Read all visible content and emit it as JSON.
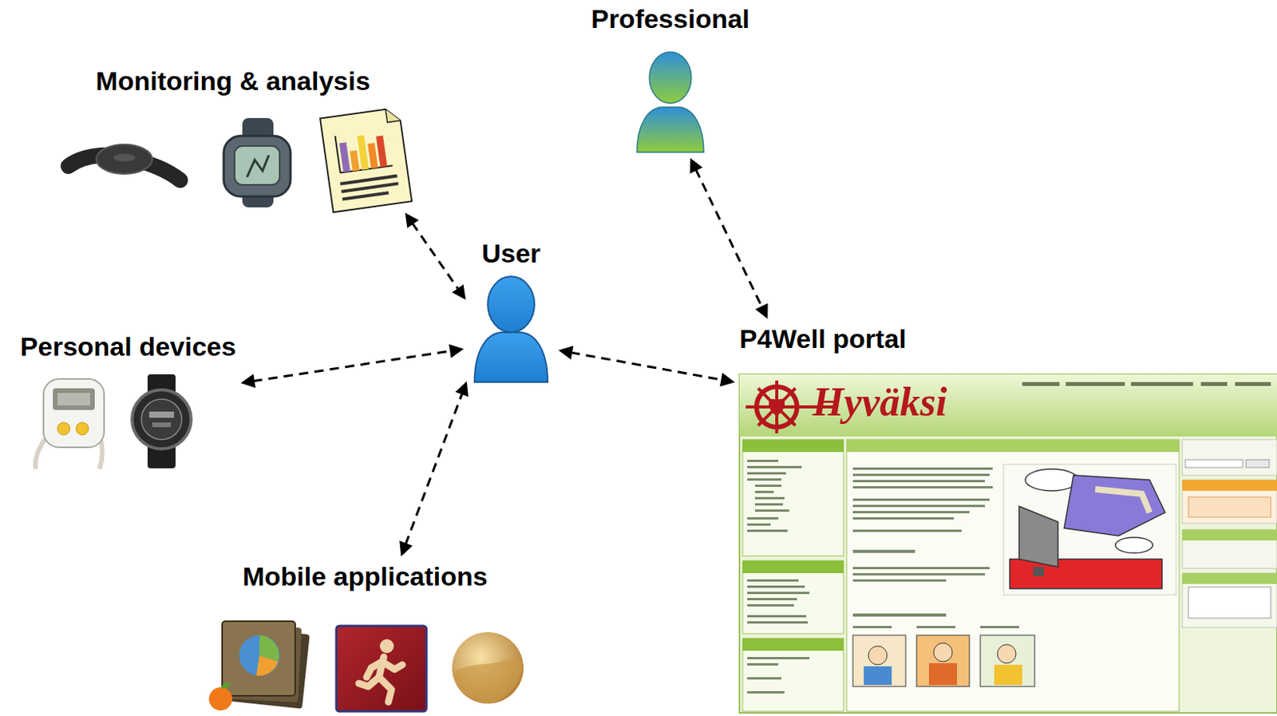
{
  "diagram": {
    "nodes": [
      {
        "text": [
          "Professional"
        ]
      },
      {
        "text": [
          "Monitoring & analysis"
        ]
      },
      {
        "text": [
          "User"
        ]
      },
      {
        "text": [
          "Personal devices"
        ]
      },
      {
        "text": [
          "P4Well portal"
        ]
      },
      {
        "text": [
          "Mobile applications"
        ]
      }
    ],
    "edges": [
      {
        "from": 1,
        "to": 2,
        "arrow": "both"
      },
      {
        "from": 3,
        "to": 2,
        "arrow": "both"
      },
      {
        "from": 5,
        "to": 2,
        "arrow": "both"
      },
      {
        "from": 2,
        "to": 4,
        "arrow": "both"
      },
      {
        "from": 0,
        "to": 4,
        "arrow": "both"
      }
    ],
    "labels": [
      "Hyväksi"
    ]
  }
}
